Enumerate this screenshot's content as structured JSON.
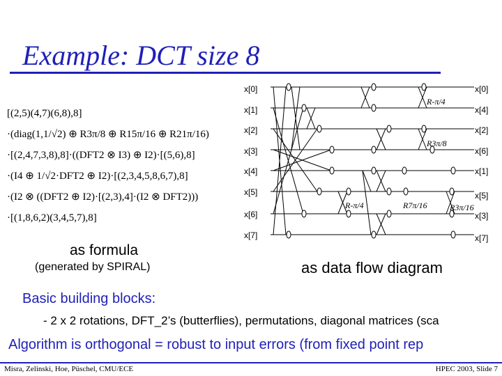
{
  "slide": {
    "title": "Example: DCT size 8",
    "formula_lines": [
      "[(2,5)(4,7)(6,8),8]",
      "·(diag(1,1/√2) ⊕ R3π/8 ⊕ R15π/16 ⊕ R21π/16)",
      "·[(2,4,7,3,8),8]·((DFT2 ⊗ I3) ⊕ I2)·[(5,6),8]",
      "·(I4 ⊕ 1/√2·DFT2 ⊕ I2)·[(2,3,4,5,8,6,7),8]",
      "·(I2 ⊗ ((DFT2 ⊕ I2)·[(2,3),4]·(I2 ⊗ DFT2)))",
      "·[(1,8,6,2)(3,4,5,7),8]"
    ],
    "formula_caption": "as formula",
    "formula_subcaption": "(generated by SPIRAL)",
    "diagram_caption": "as data flow diagram",
    "basic_blocks_heading": "Basic building blocks:",
    "basic_blocks_detail": "- 2 x 2 rotations, DFT_2’s (butterflies), permutations, diagonal matrices (sca",
    "orthogonal_note": "Algorithm is orthogonal = robust to input errors (from fixed point rep",
    "footer_left": "Misra, Zelinski, Hoe, Püschel, CMU/ECE",
    "footer_right": "HPEC 2003, Slide 7"
  },
  "diagram": {
    "inputs": [
      "x[0]",
      "x[1]",
      "x[2]",
      "x[3]",
      "x[4]",
      "x[5]",
      "x[6]",
      "x[7]"
    ],
    "outputs": [
      "x[0]",
      "x[4]",
      "x[2]",
      "x[6]",
      "x[1]",
      "x[5]",
      "x[3]",
      "x[7]"
    ],
    "rotation_labels": [
      "R-π/4",
      "R3π/8",
      "R-π/4",
      "R7π/16",
      "R3π/16"
    ],
    "colors": {
      "title": "#1f1fb8",
      "lines": "#000000"
    }
  }
}
